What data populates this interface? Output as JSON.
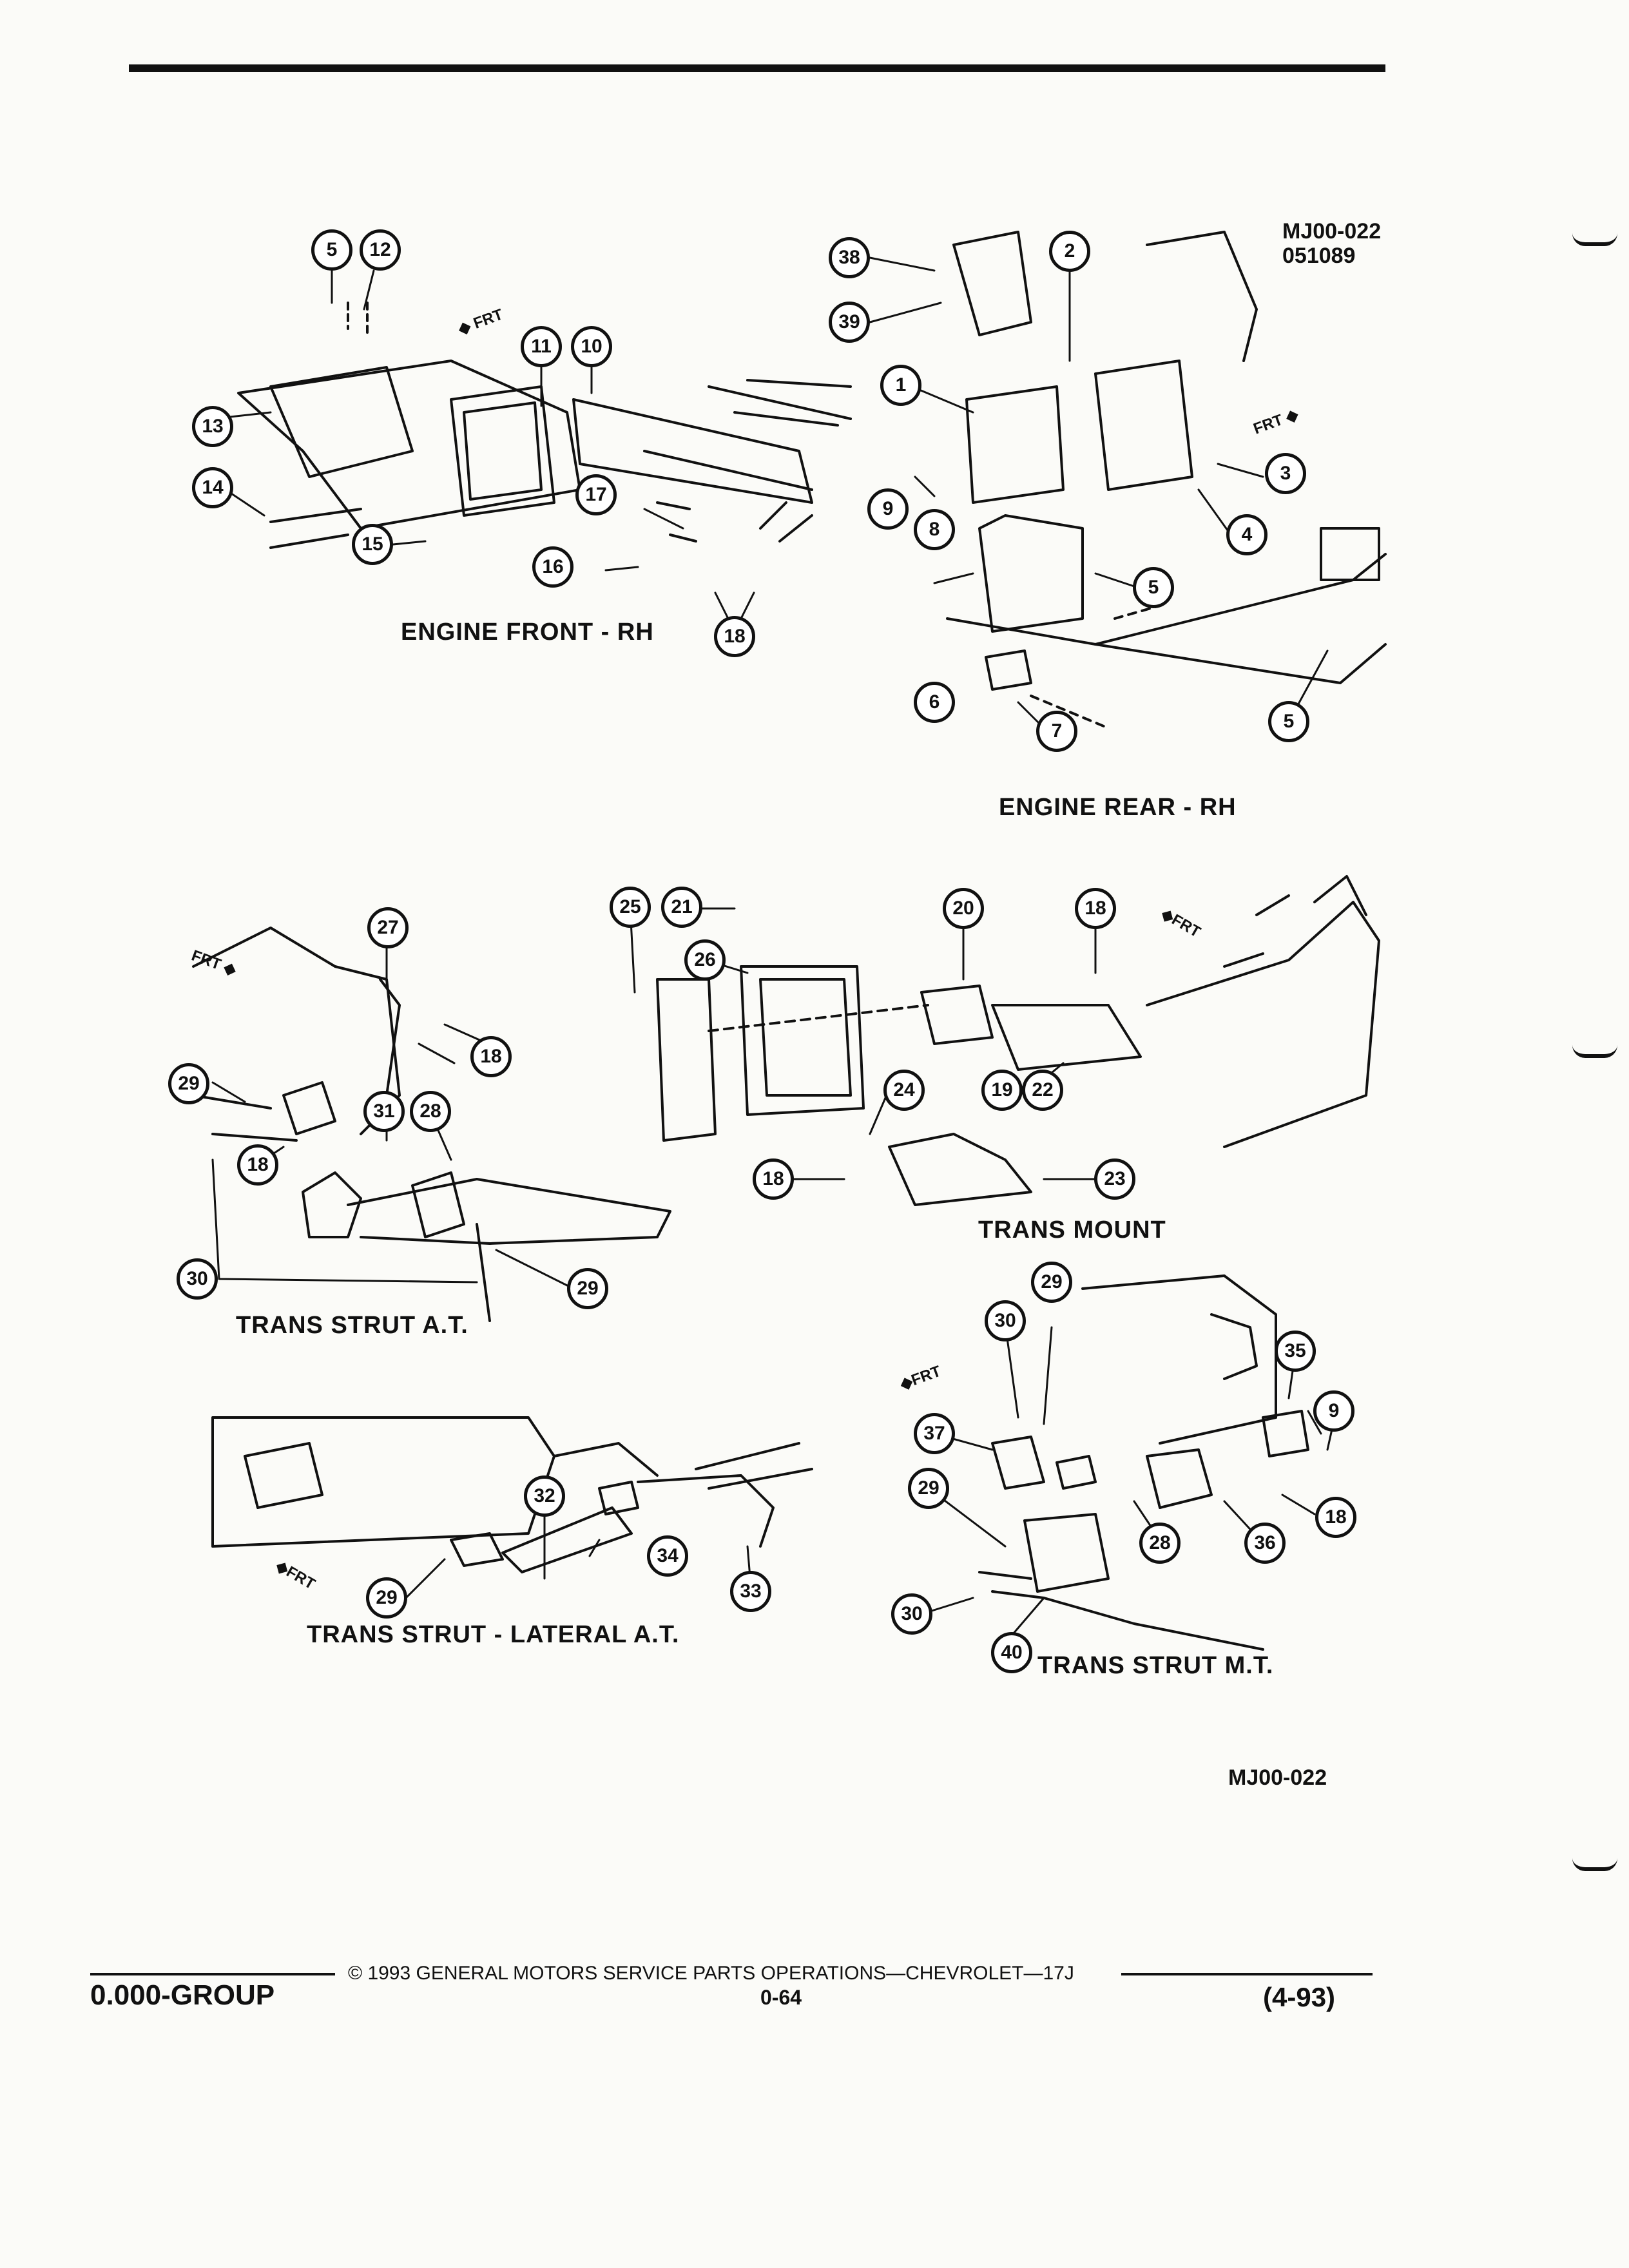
{
  "figure": {
    "id": "MJ00-022",
    "date_code": "051089",
    "bottom_id": "MJ00-022",
    "frt_label": "FRT"
  },
  "captions": {
    "engine_front_rh": "ENGINE FRONT - RH",
    "engine_rear_rh": "ENGINE REAR - RH",
    "trans_mount": "TRANS MOUNT",
    "trans_strut_at": "TRANS STRUT A.T.",
    "trans_strut_lateral_at": "TRANS STRUT - LATERAL A.T.",
    "trans_strut_mt": "TRANS STRUT M.T."
  },
  "callouts": [
    "5",
    "12",
    "13",
    "11",
    "10",
    "14",
    "15",
    "17",
    "16",
    "18",
    "38",
    "39",
    "2",
    "1",
    "9",
    "3",
    "4",
    "8",
    "6",
    "7",
    "27",
    "29",
    "18",
    "30",
    "31",
    "28",
    "25",
    "21",
    "26",
    "20",
    "19",
    "24",
    "22",
    "23",
    "32",
    "34",
    "33",
    "35",
    "36",
    "37",
    "40"
  ],
  "footer": {
    "group": "0.000-GROUP",
    "copyright": "© 1993 GENERAL MOTORS SERVICE PARTS OPERATIONS—CHEVROLET—17J",
    "page": "0-64",
    "date": "(4-93)"
  }
}
